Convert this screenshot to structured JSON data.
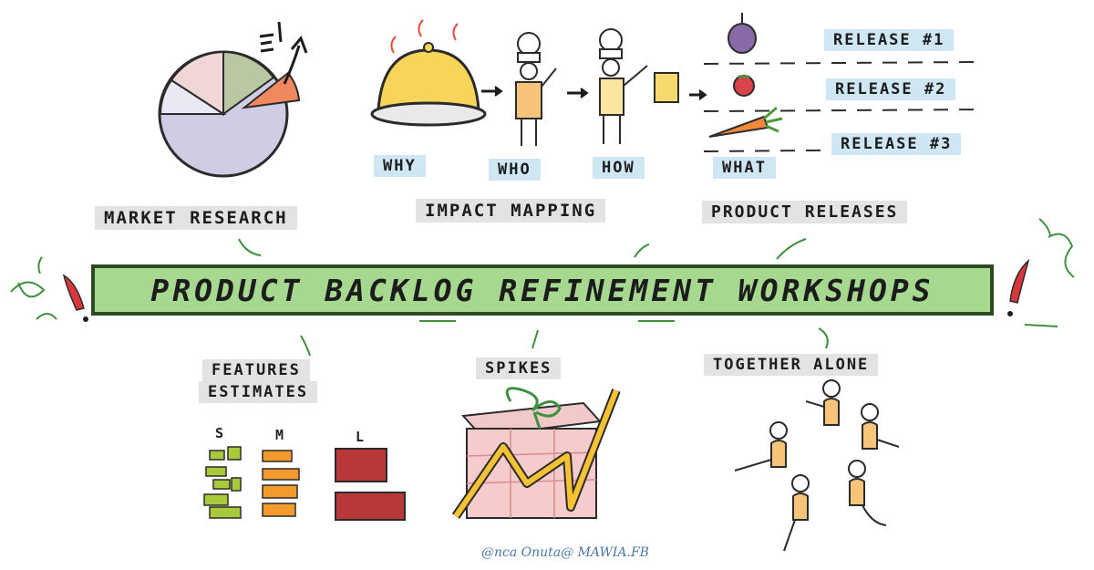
{
  "title": "PRODUCT BACKLOG REFINEMENT WORKSHOPS",
  "top_sections": {
    "market_research": "MARKET RESEARCH",
    "impact_mapping": "IMPACT MAPPING",
    "product_releases": "PRODUCT RELEASES"
  },
  "impact_steps": [
    "WHY",
    "WHO",
    "HOW",
    "WHAT"
  ],
  "releases": [
    "RELEASE #1",
    "RELEASE #2",
    "RELEASE #3"
  ],
  "bottom_sections": {
    "features_estimates_line1": "FEATURES",
    "features_estimates_line2": "ESTIMATES",
    "spikes": "SPIKES",
    "together_alone": "TOGETHER ALONE"
  },
  "sizes": [
    "S",
    "M",
    "L"
  ],
  "credit": "@nca Onuta@ MAWIA.FB",
  "colors": {
    "title_green": "#a6d98f",
    "label_grey": "#e3e3e3",
    "label_blue": "#cfe6f3",
    "small_green": "#a7c93a",
    "medium_orange": "#f39a2c",
    "large_red": "#b8383a",
    "accent_red": "#d9373c"
  }
}
